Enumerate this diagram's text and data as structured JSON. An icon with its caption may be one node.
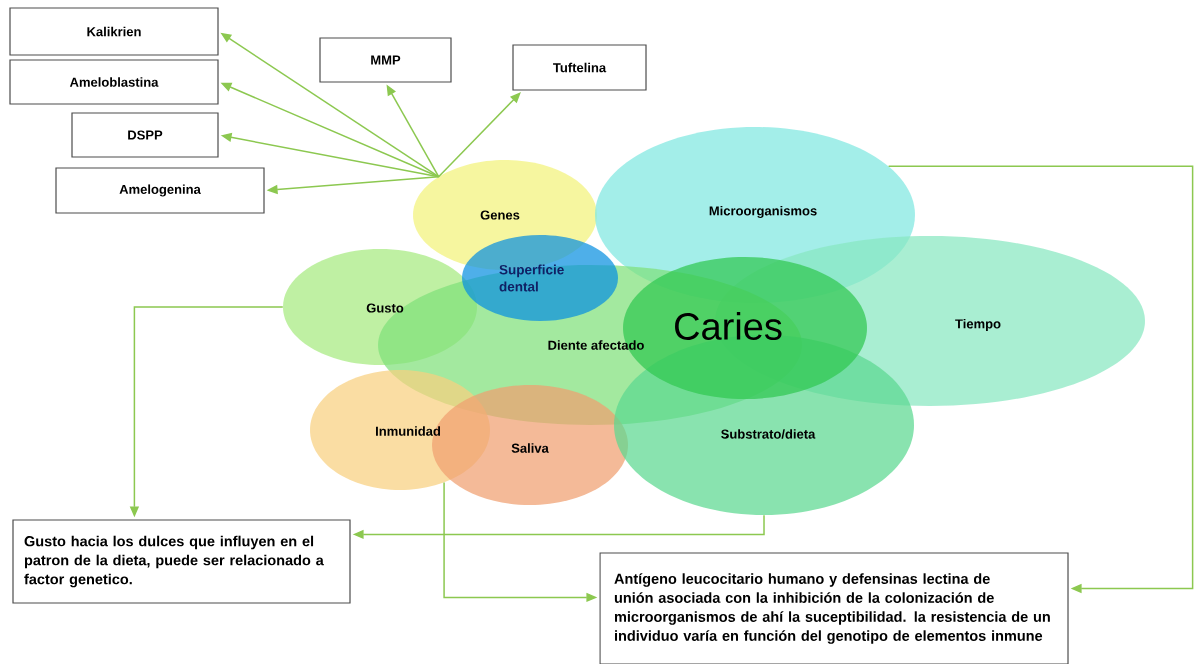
{
  "diagram": {
    "nodes": [
      {
        "text": [
          "Kalikrien"
        ]
      },
      {
        "text": [
          "Ameloblastina"
        ]
      },
      {
        "text": [
          "DSPP"
        ]
      },
      {
        "text": [
          "Amelogenina"
        ]
      },
      {
        "text": [
          "MMP"
        ]
      },
      {
        "text": [
          "Tuftelina"
        ]
      },
      {
        "text": [
          "Genes"
        ]
      },
      {
        "text": [
          "Microorganismos"
        ]
      },
      {
        "text": [
          "Gusto"
        ]
      },
      {
        "text": [
          "Superficie dental"
        ]
      },
      {
        "text": [
          "Diente afectado"
        ]
      },
      {
        "text": [
          "Caries"
        ]
      },
      {
        "text": [
          "Tiempo"
        ]
      },
      {
        "text": [
          "Substrato/dieta"
        ]
      },
      {
        "text": [
          "Inmunidad"
        ]
      },
      {
        "text": [
          "Saliva"
        ]
      },
      {
        "text": [
          "Gusto hacia los dulces que influyen en el patron de la dieta, puede ser relacionado a factor genetico."
        ]
      },
      {
        "text": [
          "Antígeno leucocitario humano y defensinas lectina de unión asociada con la inhibición de la colonización de microorganismos de ahí la suceptibilidad. la resistencia de un individuo varía en función del genotipo de elementos inmune"
        ]
      }
    ],
    "edges": [
      {
        "from": 6,
        "to": 0,
        "arrow": "to"
      },
      {
        "from": 6,
        "to": 1,
        "arrow": "to"
      },
      {
        "from": 6,
        "to": 2,
        "arrow": "to"
      },
      {
        "from": 6,
        "to": 3,
        "arrow": "to"
      },
      {
        "from": 6,
        "to": 4,
        "arrow": "to"
      },
      {
        "from": 6,
        "to": 5,
        "arrow": "to"
      },
      {
        "from": 8,
        "to": 16,
        "arrow": "to"
      },
      {
        "from": 13,
        "to": 16,
        "arrow": "to"
      },
      {
        "from": 14,
        "to": 17,
        "arrow": "to"
      },
      {
        "from": 7,
        "to": 17,
        "arrow": "to"
      }
    ]
  }
}
